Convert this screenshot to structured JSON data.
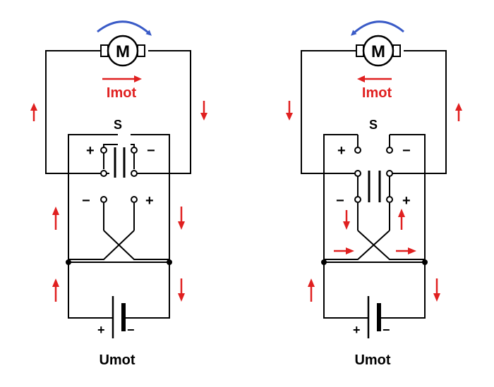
{
  "colors": {
    "wire": "#000000",
    "current": "#e02020",
    "rotation": "#3a5bc7",
    "background": "#ffffff"
  },
  "diagrams": [
    {
      "motor_label": "M",
      "current_label": "Imot",
      "switch_label": "S",
      "top_left_sign": "+",
      "top_right_sign": "−",
      "mid_left_sign": "−",
      "mid_right_sign": "+",
      "battery_plus": "+",
      "battery_minus": "−",
      "supply_label": "Umot",
      "rotation": "clockwise",
      "current_direction": "right"
    },
    {
      "motor_label": "M",
      "current_label": "Imot",
      "switch_label": "S",
      "top_left_sign": "+",
      "top_right_sign": "−",
      "mid_left_sign": "−",
      "mid_right_sign": "+",
      "battery_plus": "+",
      "battery_minus": "−",
      "supply_label": "Umot",
      "rotation": "counterclockwise",
      "current_direction": "left"
    }
  ]
}
